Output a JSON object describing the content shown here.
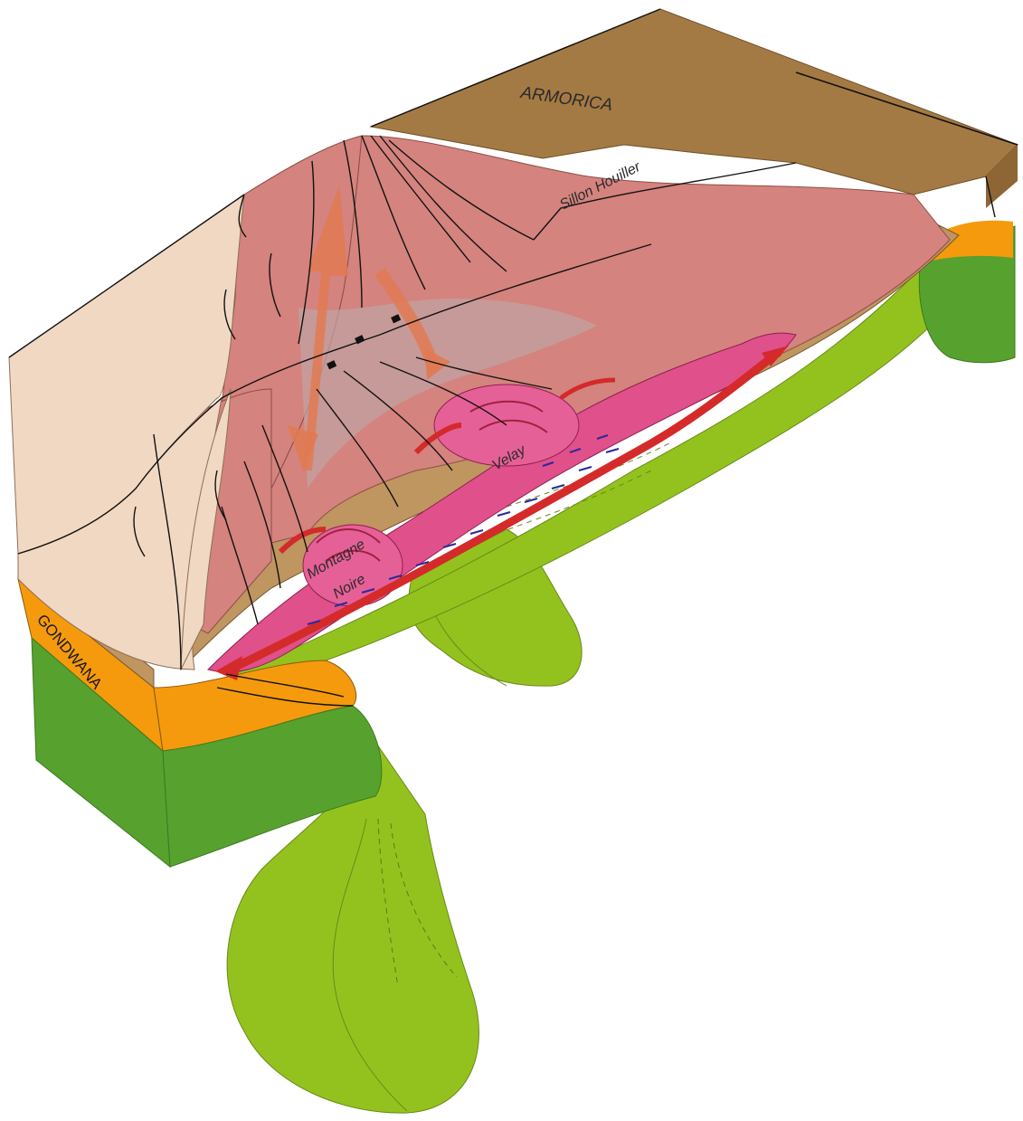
{
  "labels": {
    "armorica": "ARMORICA",
    "sillon_houiller": "Sillon Houiller",
    "velay": "Velay",
    "montagne": "Montagne",
    "noire": "Noire",
    "gondwana": "GONDWANA"
  },
  "colors": {
    "armorica_plateau": "#a47a44",
    "brown_light": "#bf9560",
    "crust_pink": "#d4837e",
    "cream_block": "#f0d8c2",
    "orange_layer": "#f59a0c",
    "mantle_dark_green": "#57a12e",
    "mantle_light_green": "#93c21e",
    "magenta_dome": "#e0508a",
    "red_flow": "#d42a2a",
    "flow_orange": "#e07a52",
    "fault_line": "#111111",
    "blue_marks": "#2a2a9a"
  }
}
